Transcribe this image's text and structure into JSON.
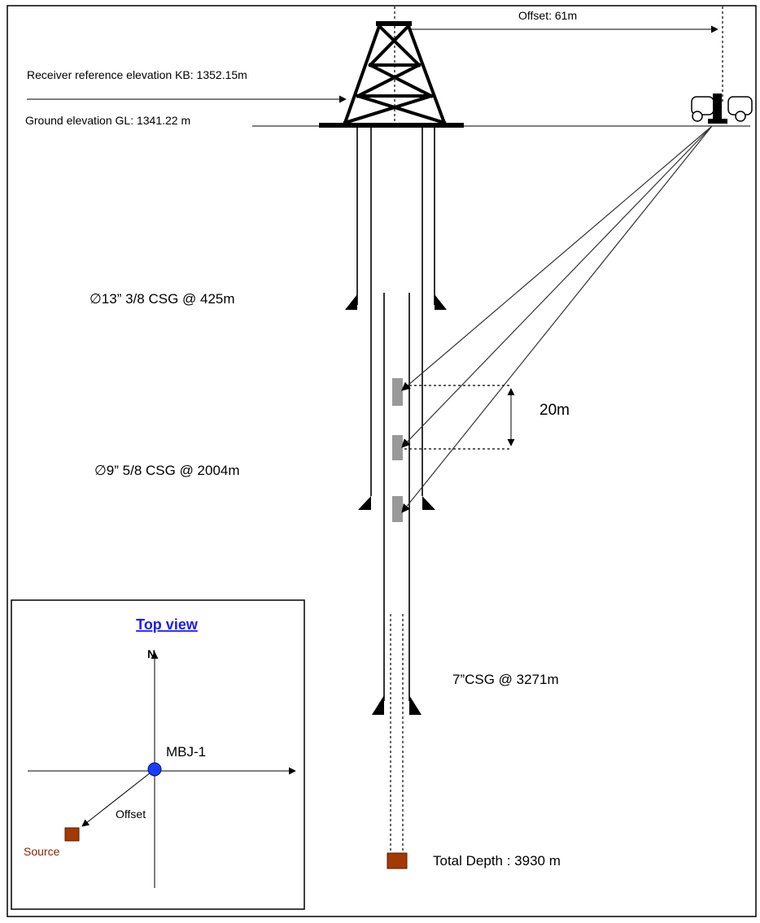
{
  "labels": {
    "offset": "Offset: 61m",
    "kb": "Receiver reference elevation KB: 1352.15m",
    "gl": "Ground elevation GL: 1341.22 m",
    "csg1": "∅13” 3/8 CSG @  425m",
    "csg2": "∅9” 5/8 CSG @ 2004m",
    "csg3": "7”CSG @  3271m",
    "spacing": "20m",
    "total_depth": "Total Depth : 3930 m"
  },
  "top_view": {
    "title": "Top view",
    "north": "N",
    "well": "MBJ-1",
    "offset": "Offset",
    "source": "Source"
  },
  "colors": {
    "well_marker": "#1a3cff",
    "source_marker": "#a33a00",
    "receiver": "#999999",
    "title": "#1a1aff"
  },
  "icons": {
    "vibrator_truck": "vibrator-truck-icon",
    "derrick": "drilling-derrick-icon"
  }
}
